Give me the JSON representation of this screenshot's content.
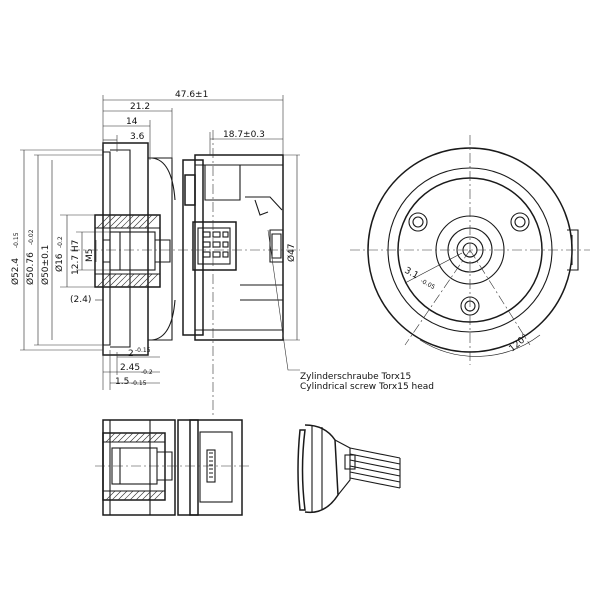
{
  "dimensions": {
    "overall_length": "47.6±1",
    "d_21_2": "21.2",
    "d_14": "14",
    "d_3_6": "3.6",
    "d_18_7": "18.7±0.3",
    "dia_52_4": "Ø52.4",
    "dia_52_4_tol": "-0.15",
    "dia_50_76": "Ø50.76",
    "dia_50_76_tol": "-0.02",
    "dia_50": "Ø50±0.1",
    "dia_16": "Ø16",
    "dia_16_tol": "-0.2",
    "d_12_7": "12.7 H7",
    "thread_m5": "M5",
    "d_2_4": "(2.4)",
    "d_2": "2",
    "d_2_tol": "-0.15",
    "d_2_45": "2.45",
    "d_2_45_tol": "-0.2",
    "d_1_5": "1.5",
    "d_1_5_tol": "-0.15",
    "dia_47": "Ø47",
    "radius_3_1": "3.1",
    "radius_3_1_tol": "-0.05",
    "angle_120": "120°"
  },
  "notes": {
    "screw_de": "Zylinderschraube Torx15",
    "screw_en": "Cylindrical screw Torx15 head"
  }
}
